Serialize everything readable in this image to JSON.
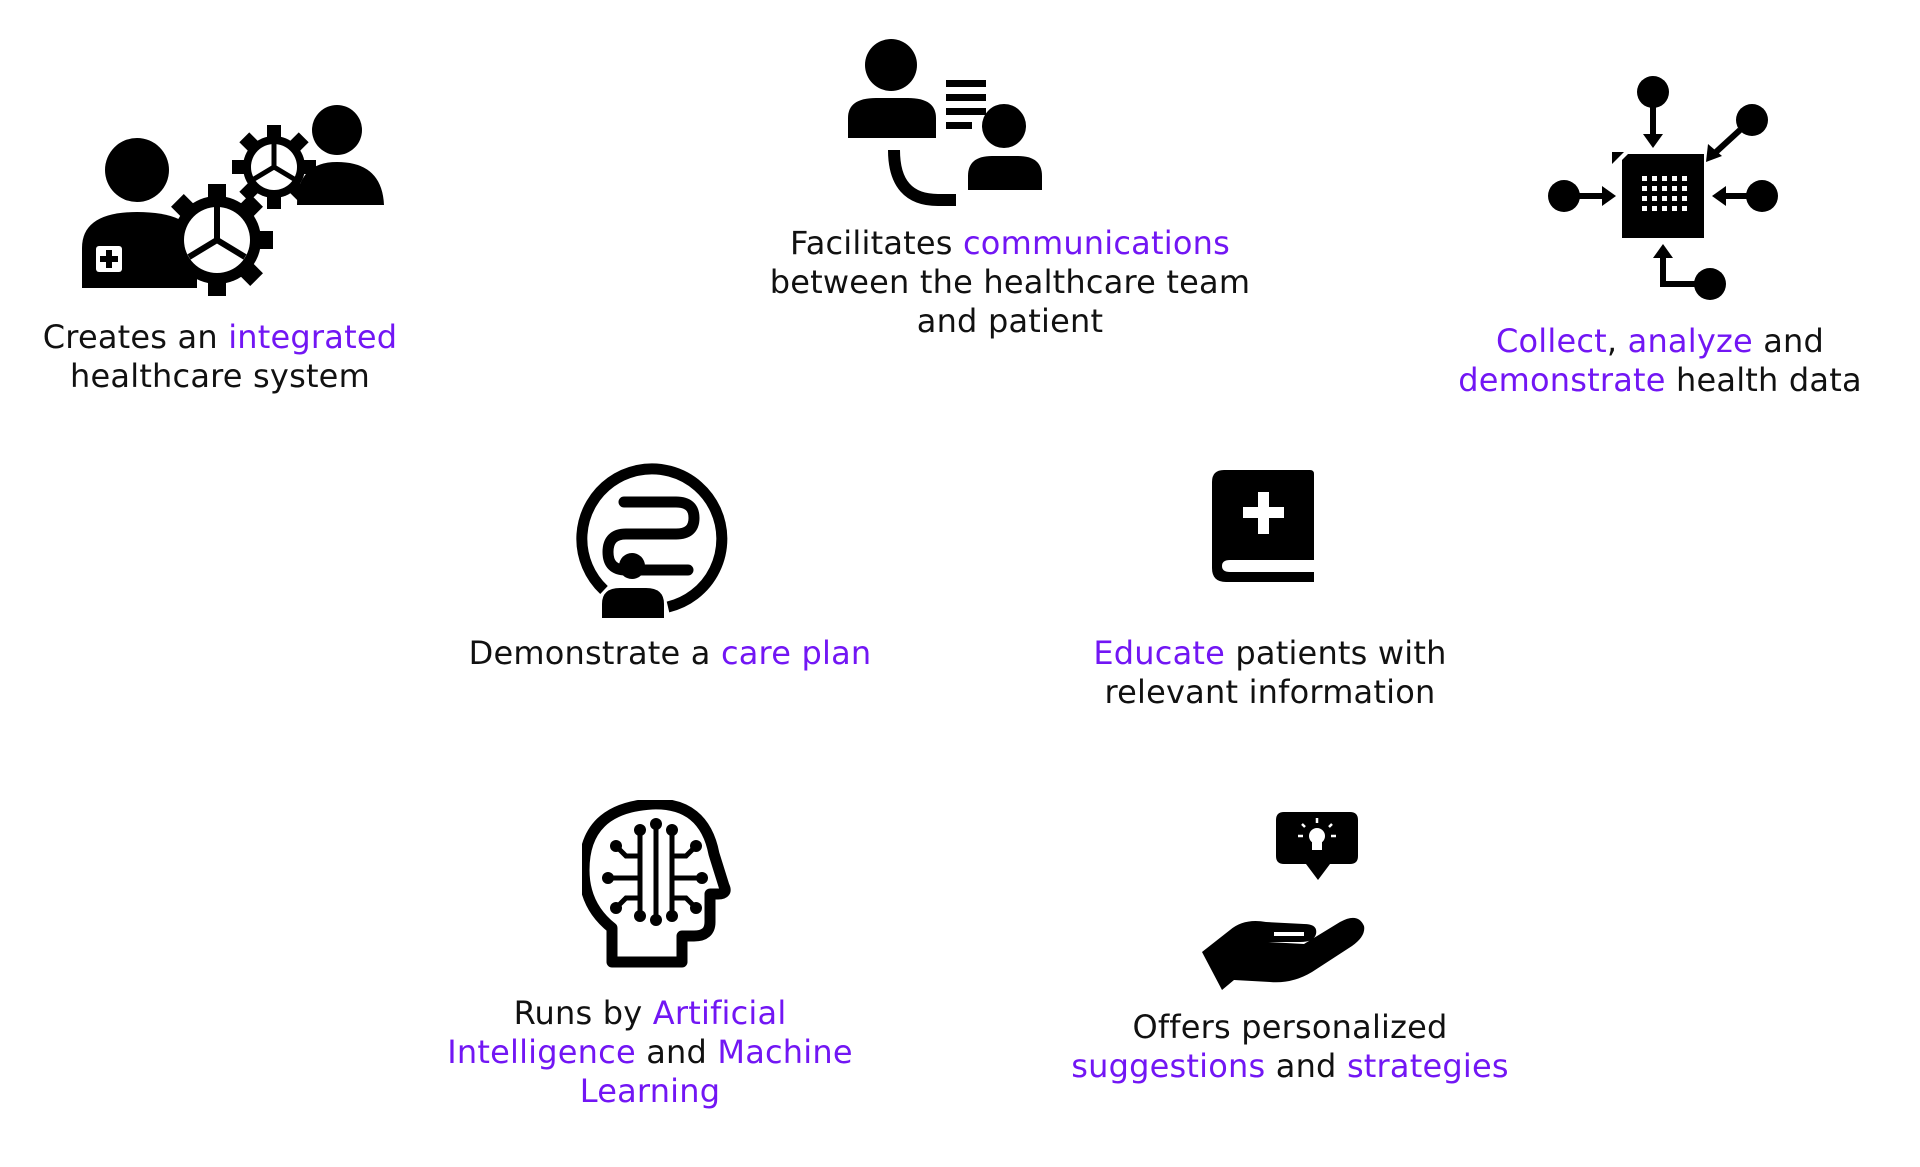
{
  "colors": {
    "text": "#111111",
    "accent": "#7216f4",
    "icon": "#000000",
    "background": "#ffffff"
  },
  "features": [
    {
      "icon": "users-gears-icon",
      "caption": [
        [
          {
            "t": "Creates an "
          },
          {
            "t": "integrated",
            "hl": true
          }
        ],
        [
          {
            "t": "healthcare system"
          }
        ]
      ]
    },
    {
      "icon": "patient-communication-icon",
      "caption": [
        [
          {
            "t": "Facilitates "
          },
          {
            "t": "communications",
            "hl": true
          }
        ],
        [
          {
            "t": "between the healthcare team"
          }
        ],
        [
          {
            "t": "and patient"
          }
        ]
      ]
    },
    {
      "icon": "data-collection-icon",
      "caption": [
        [
          {
            "t": "Collect",
            "hl": true
          },
          {
            "t": ", "
          },
          {
            "t": "analyze",
            "hl": true
          },
          {
            "t": " and"
          }
        ],
        [
          {
            "t": "demonstrate",
            "hl": true
          },
          {
            "t": " health data"
          }
        ]
      ]
    },
    {
      "icon": "care-plan-path-icon",
      "caption": [
        [
          {
            "t": "Demonstrate a "
          },
          {
            "t": "care plan",
            "hl": true
          }
        ]
      ]
    },
    {
      "icon": "medical-book-icon",
      "caption": [
        [
          {
            "t": "Educate",
            "hl": true
          },
          {
            "t": " patients with"
          }
        ],
        [
          {
            "t": "relevant information"
          }
        ]
      ]
    },
    {
      "icon": "ai-head-circuit-icon",
      "caption": [
        [
          {
            "t": "Runs by "
          },
          {
            "t": "Artificial",
            "hl": true
          }
        ],
        [
          {
            "t": "Intelligence",
            "hl": true
          },
          {
            "t": " and "
          },
          {
            "t": "Machine",
            "hl": true
          }
        ],
        [
          {
            "t": "Learning",
            "hl": true
          }
        ]
      ]
    },
    {
      "icon": "hand-lightbulb-icon",
      "caption": [
        [
          {
            "t": "Offers personalized"
          }
        ],
        [
          {
            "t": "suggestions",
            "hl": true
          },
          {
            "t": " and "
          },
          {
            "t": "strategies",
            "hl": true
          }
        ]
      ]
    }
  ]
}
